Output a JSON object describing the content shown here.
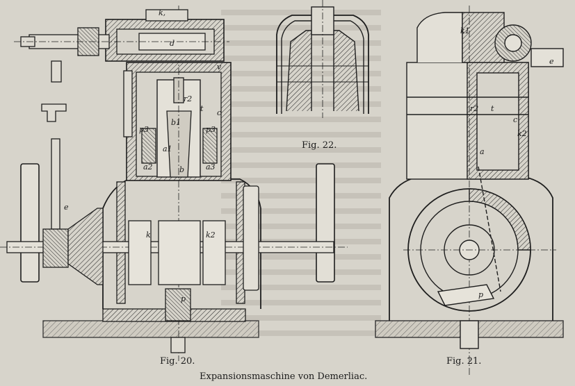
{
  "figures": [
    {
      "id": "fig20",
      "caption": "Fig. 20."
    },
    {
      "id": "fig22",
      "caption": "Fig. 22."
    },
    {
      "id": "fig21",
      "caption": "Fig. 21."
    }
  ],
  "title": "Expansionsmaschine von Demerliac.",
  "labels": {
    "k1_top": "k,",
    "d": "d",
    "v": "v",
    "r2": "r2",
    "t": "t",
    "c": "c",
    "b1": "b1",
    "p3_left": "p3",
    "p3_right": "p3",
    "a1": "a1",
    "a2": "a2",
    "a3": "a3",
    "b": "b",
    "e_left": "e",
    "k_left": "k",
    "k2": "k2",
    "p": "p",
    "k1_fig21": "k1",
    "e_fig21": "e",
    "r2_fig21": "r2",
    "t_fig21": "t",
    "c_fig21": "c",
    "k2_fig21": "k2",
    "a_fig21": "a",
    "p_fig21": "p"
  }
}
